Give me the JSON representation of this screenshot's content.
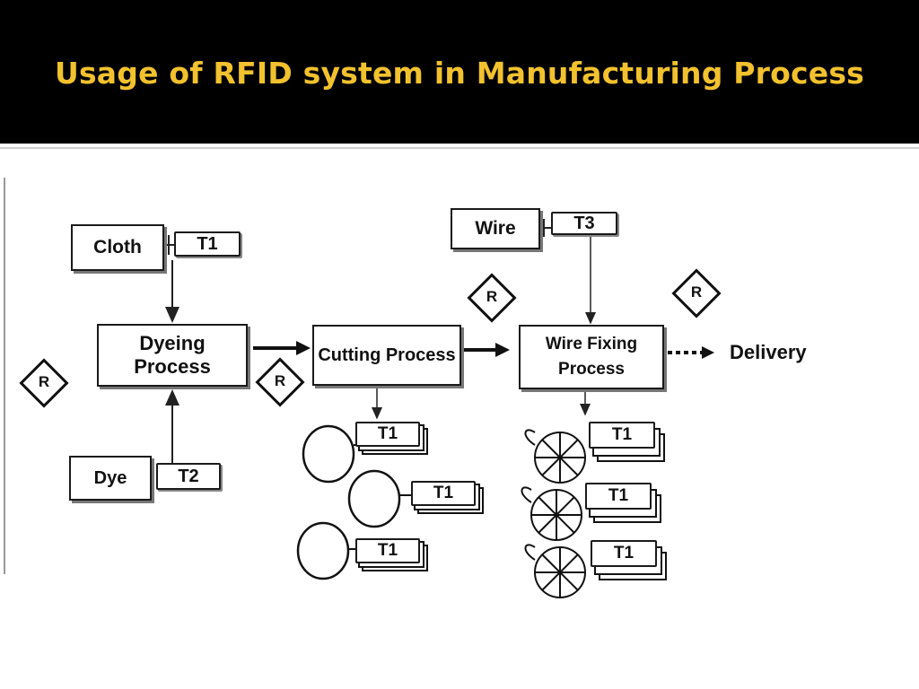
{
  "slide": {
    "title": "Usage of RFID system in Manufacturing Process"
  },
  "diagram": {
    "inputs": {
      "cloth": "Cloth",
      "dye": "Dye",
      "wire": "Wire"
    },
    "processes": {
      "dyeing": "Dyeing Process",
      "cutting": "Cutting Process",
      "wire_fixing_line1": "Wire Fixing",
      "wire_fixing_line2": "Process"
    },
    "output": "Delivery",
    "tags": {
      "cloth_tag": "T1",
      "dye_tag": "T2",
      "wire_tag": "T3",
      "cut_piece_tags": [
        "T1",
        "T1",
        "T1"
      ],
      "wired_piece_tags": [
        "T1",
        "T1",
        "T1"
      ]
    },
    "readers": [
      "R",
      "R",
      "R",
      "R"
    ]
  }
}
